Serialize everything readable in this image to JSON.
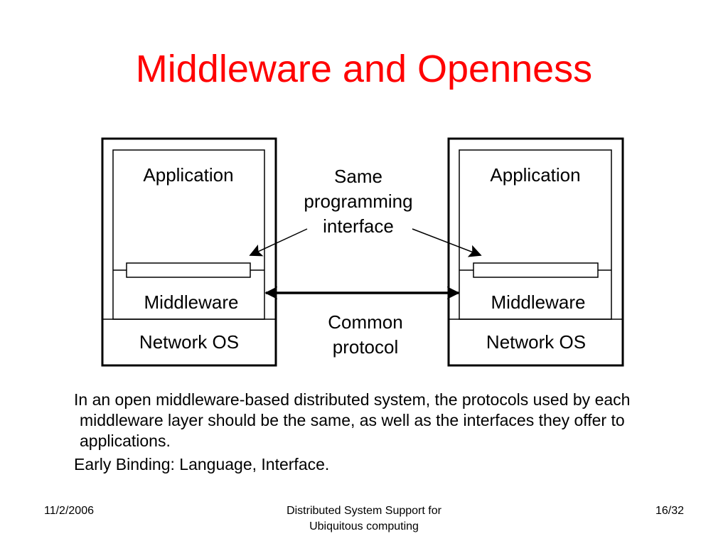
{
  "slide": {
    "title": "Middleware and Openness",
    "title_color": "#ff0000"
  },
  "diagram": {
    "left_machine": {
      "application_label": "Application",
      "middleware_label": "Middleware",
      "network_os_label": "Network OS"
    },
    "right_machine": {
      "application_label": "Application",
      "middleware_label": "Middleware",
      "network_os_label": "Network OS"
    },
    "interface_annotation": [
      "Same",
      "programming",
      "interface"
    ],
    "protocol_annotation": [
      "Common",
      "protocol"
    ]
  },
  "body": {
    "paragraph_1": "In an open middleware-based distributed system, the protocols used by each middleware layer should be the same, as well as the interfaces they offer to applications.",
    "paragraph_2": "Early Binding: Language, Interface."
  },
  "footer": {
    "date": "11/2/2006",
    "center_line_1": "Distributed System Support for",
    "center_line_2": "Ubiquitous computing",
    "page_number": "16/32"
  }
}
